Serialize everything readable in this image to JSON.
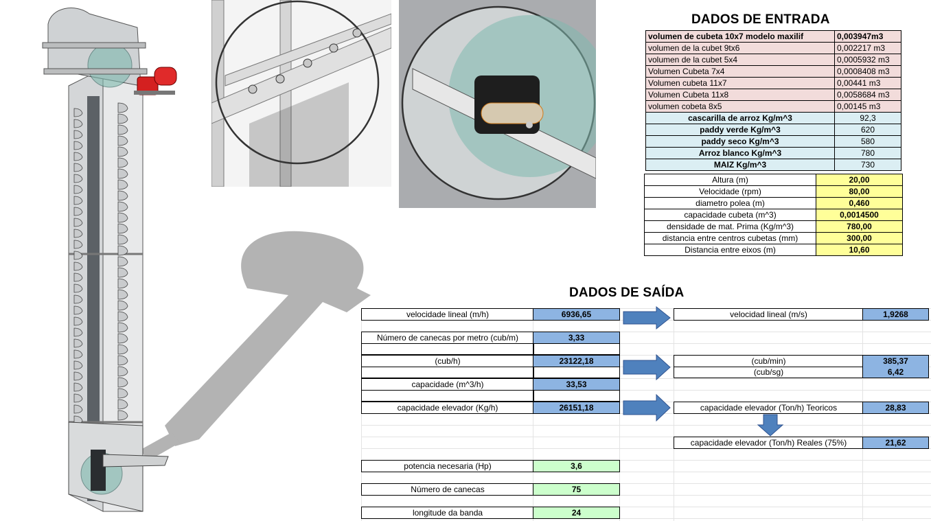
{
  "entrada": {
    "title": "DADOS DE ENTRADA",
    "cubetas": [
      {
        "label": "volumen de cubeta 10x7 modelo maxilif",
        "value": "0,003947m3"
      },
      {
        "label": "volumen de la cubet 9tx6",
        "value": "0,002217 m3"
      },
      {
        "label": "volumen de la cubet 5x4",
        "value": "0,0005932 m3"
      },
      {
        "label": "Volumen Cubeta 7x4",
        "value": "0,0008408 m3"
      },
      {
        "label": "Volumen cubeta 11x7",
        "value": "0,00441 m3"
      },
      {
        "label": "Volumen Cubeta 11x8",
        "value": "0,0058684 m3"
      },
      {
        "label": "volumen cobeta 8x5",
        "value": "0,00145 m3"
      }
    ],
    "densidades": [
      {
        "label": "cascarilla  de arroz Kg/m^3",
        "value": "92,3"
      },
      {
        "label": "paddy verde Kg/m^3",
        "value": "620"
      },
      {
        "label": "paddy seco Kg/m^3",
        "value": "580"
      },
      {
        "label": "Arroz blanco Kg/m^3",
        "value": "780"
      },
      {
        "label": "MAIZ Kg/m^3",
        "value": "730"
      }
    ],
    "params": [
      {
        "label": "Altura (m)",
        "value": "20,00"
      },
      {
        "label": "Velocidade (rpm)",
        "value": "80,00"
      },
      {
        "label": "diametro polea (m)",
        "value": "0,460"
      },
      {
        "label": "capacidade cubeta (m^3)",
        "value": "0,0014500"
      },
      {
        "label": "densidade de mat. Prima (Kg/m^3)",
        "value": "780,00"
      },
      {
        "label": "distancia entre centros cubetas (mm)",
        "value": "300,00"
      },
      {
        "label": "Distancia entre eixos   (m)",
        "value": "10,60"
      }
    ]
  },
  "saida": {
    "title": "DADOS DE SAÍDA",
    "velocidade_lineal_mh": {
      "label": "velocidade lineal (m/h)",
      "value": "6936,65"
    },
    "numero_canecas_metro": {
      "label": "Número de canecas por metro (cub/m)",
      "value": "3,33"
    },
    "cub_h": {
      "label": "(cub/h)",
      "value": "23122,18"
    },
    "capacidade_m3h": {
      "label": "capacidade (m^3/h)",
      "value": "33,53"
    },
    "capacidade_kgh": {
      "label": "capacidade elevador (Kg/h)",
      "value": "26151,18"
    },
    "velocidade_lineal_ms": {
      "label": "velocidad lineal (m/s)",
      "value": "1,9268"
    },
    "cub_min": {
      "label": "(cub/min)",
      "value": "385,37"
    },
    "cub_sg": {
      "label": "(cub/sg)",
      "value": "6,42"
    },
    "ton_teoricos": {
      "label": "capacidade elevador (Ton/h) Teoricos",
      "value": "28,83"
    },
    "ton_reales": {
      "label": "capacidade elevador (Ton/h) Reales (75%)",
      "value": "21,62"
    },
    "potencia": {
      "label": "potencia necesaria (Hp)",
      "value": "3,6"
    },
    "numero_canecas": {
      "label": "Número de canecas",
      "value": "75"
    },
    "longitude_banda": {
      "label": "longitude da banda",
      "value": "24"
    }
  },
  "colors": {
    "pink_fill": "#f2dcdb",
    "blue_fill": "#dbeef3",
    "yellow_fill": "#ffff99",
    "value_blue": "#8db4e2",
    "value_green": "#ccffcc",
    "arrow_blue": "#4f81bd",
    "motor_red": "#d42020"
  }
}
